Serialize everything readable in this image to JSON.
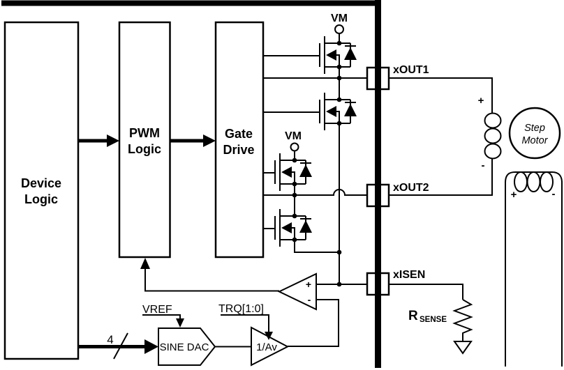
{
  "diagram": {
    "blocks": {
      "device_logic": {
        "line1": "Device",
        "line2": "Logic"
      },
      "pwm_logic": {
        "line1": "PWM",
        "line2": "Logic"
      },
      "gate_drive": {
        "line1": "Gate",
        "line2": "Drive"
      },
      "sine_dac": {
        "label": "SINE DAC"
      },
      "inv_gain_amp": {
        "label": "1/Av"
      }
    },
    "signals": {
      "vm_bridge1": "VM",
      "vm_bridge2": "VM",
      "vref": "VREF",
      "trq": "TRQ[1:0]",
      "bus_width": "4"
    },
    "ports": {
      "out1": "xOUT1",
      "out2": "xOUT2",
      "isen": "xISEN"
    },
    "motor": {
      "line1": "Step",
      "line2": "Motor",
      "winding1_plus": "+",
      "winding1_minus": "-",
      "winding2_plus": "+",
      "winding2_minus": "-"
    },
    "comparator": {
      "plus": "+",
      "minus": "-"
    },
    "sense_resistor": {
      "label": "R",
      "subscript": "SENSE"
    },
    "colors": {
      "line": "#000000",
      "pad_fill": "#d9d9d9",
      "background": "#ffffff"
    }
  }
}
